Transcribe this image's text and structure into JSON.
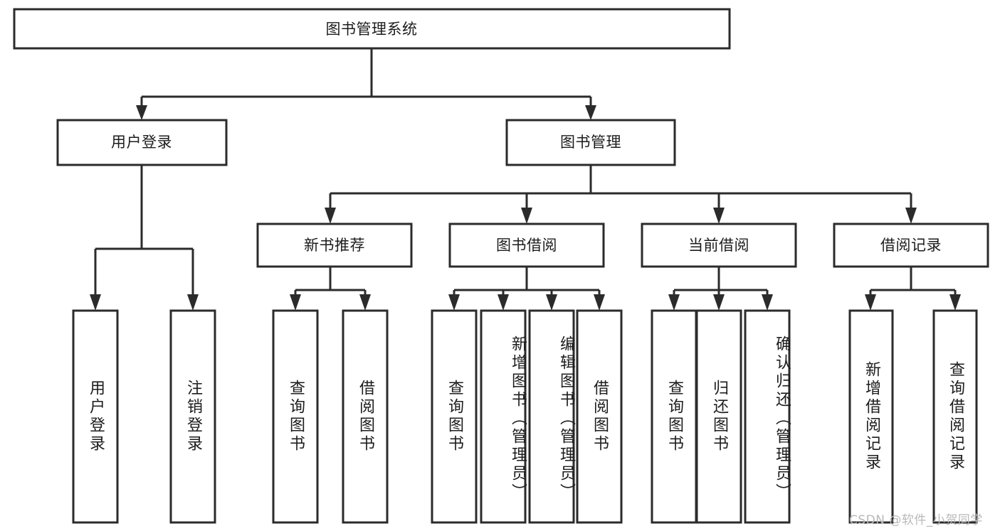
{
  "diagram": {
    "type": "tree-hierarchy",
    "title": "图书管理系统",
    "orientation": "top-down",
    "colors": {
      "box_stroke": "#2b2b2b",
      "box_fill": "#ffffff",
      "text": "#1c1c1c",
      "edge": "#2b2b2b",
      "watermark": "#b9b9b9",
      "background": "#ffffff"
    },
    "root": {
      "label": "图书管理系统"
    },
    "level2": [
      {
        "label": "用户登录"
      },
      {
        "label": "图书管理"
      }
    ],
    "level3": [
      {
        "label": "新书推荐"
      },
      {
        "label": "图书借阅"
      },
      {
        "label": "当前借阅"
      },
      {
        "label": "借阅记录"
      }
    ],
    "leaves_user_login": [
      {
        "label": "用户登录"
      },
      {
        "label": "注销登录"
      }
    ],
    "leaves_new_book": [
      {
        "label": "查询图书"
      },
      {
        "label": "借阅图书"
      }
    ],
    "leaves_borrow": [
      {
        "label": "查询图书"
      },
      {
        "label": "新增图书（管理员）"
      },
      {
        "label": "编辑图书（管理员）"
      },
      {
        "label": "借阅图书"
      }
    ],
    "leaves_current": [
      {
        "label": "查询图书"
      },
      {
        "label": "归还图书"
      },
      {
        "label": "确认归还（管理员）"
      }
    ],
    "leaves_records": [
      {
        "label": "新增借阅记录"
      },
      {
        "label": "查询借阅记录"
      }
    ]
  },
  "watermark": {
    "text": "CSDN @软件_小贺同学"
  }
}
